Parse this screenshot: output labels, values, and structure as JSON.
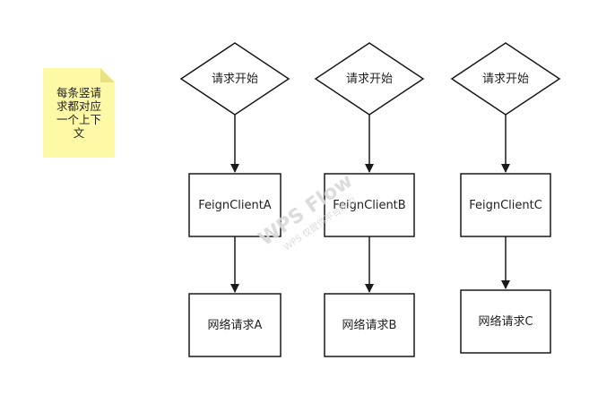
{
  "note": {
    "lines": [
      "每条竖请",
      "求都对应",
      "一个上下",
      "文"
    ],
    "color": "#fef9a7",
    "fold_color": "#e9e282"
  },
  "columns": [
    {
      "start": "请求开始",
      "client": "FeignClientA",
      "request": "网络请求A"
    },
    {
      "start": "请求开始",
      "client": "FeignClientB",
      "request": "网络请求B"
    },
    {
      "start": "请求开始",
      "client": "FeignClientC",
      "request": "网络请求C"
    }
  ],
  "watermark": {
    "main": "WPS Flow",
    "sub": "WPS 仅提供平台能力"
  },
  "colors": {
    "stroke": "#1a1a1a",
    "text": "#222222",
    "watermark": "#d9d9d9"
  }
}
